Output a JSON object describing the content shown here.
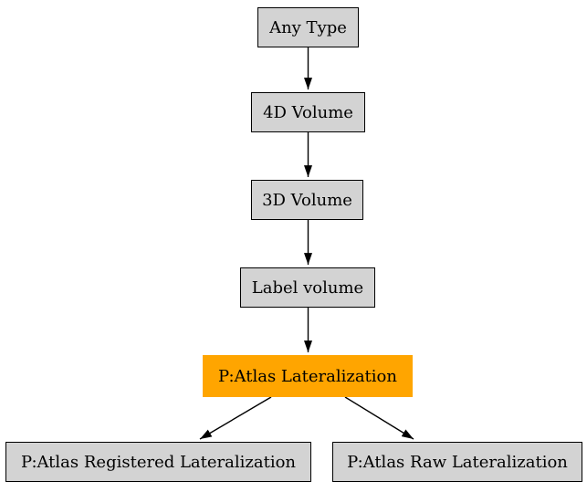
{
  "diagram": {
    "type": "directed-graph",
    "description": "Type hierarchy flow diagram with highlighted node",
    "colors": {
      "background": "#ffffff",
      "node_fill": "#d3d3d3",
      "node_border": "#000000",
      "highlight_fill": "#ffa500",
      "edge": "#000000",
      "text": "#000000"
    },
    "nodes": [
      {
        "id": "any-type",
        "label": "Any Type",
        "highlighted": false
      },
      {
        "id": "4d-volume",
        "label": "4D Volume",
        "highlighted": false
      },
      {
        "id": "3d-volume",
        "label": "3D Volume",
        "highlighted": false
      },
      {
        "id": "label-volume",
        "label": "Label volume",
        "highlighted": false
      },
      {
        "id": "atlas-lateralization",
        "label": "P:Atlas Lateralization",
        "highlighted": true
      },
      {
        "id": "atlas-registered-lateralization",
        "label": "P:Atlas Registered Lateralization",
        "highlighted": false
      },
      {
        "id": "atlas-raw-lateralization",
        "label": "P:Atlas Raw Lateralization",
        "highlighted": false
      }
    ],
    "edges": [
      {
        "from": "Any Type",
        "to": "4D Volume"
      },
      {
        "from": "4D Volume",
        "to": "3D Volume"
      },
      {
        "from": "3D Volume",
        "to": "Label volume"
      },
      {
        "from": "Label volume",
        "to": "P:Atlas Lateralization"
      },
      {
        "from": "P:Atlas Lateralization",
        "to": "P:Atlas Registered Lateralization"
      },
      {
        "from": "P:Atlas Lateralization",
        "to": "P:Atlas Raw Lateralization"
      }
    ]
  }
}
